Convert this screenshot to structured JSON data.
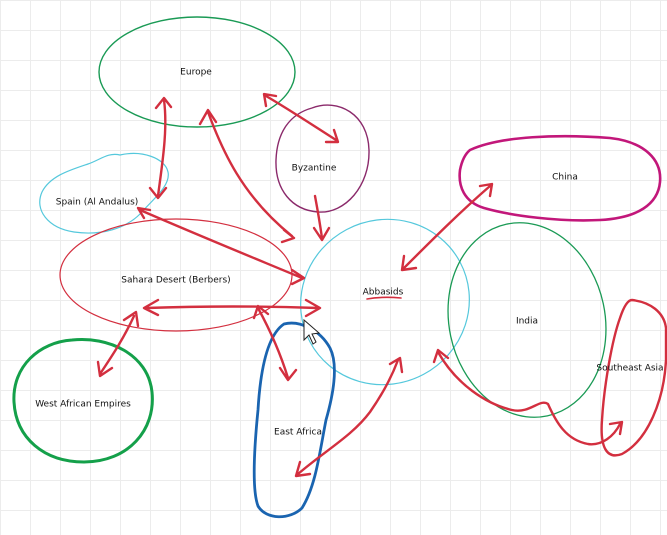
{
  "regions": [
    {
      "id": "europe",
      "label": "Europe",
      "color": "#1a9a55"
    },
    {
      "id": "byzantine",
      "label": "Byzantine",
      "color": "#8b2a6b"
    },
    {
      "id": "spain",
      "label": "Spain (Al Andalus)",
      "color": "#55c8dc"
    },
    {
      "id": "sahara",
      "label": "Sahara Desert (Berbers)",
      "color": "#d32f3f"
    },
    {
      "id": "abbasids",
      "label": "Abbasids",
      "color": "#55c8dc"
    },
    {
      "id": "china",
      "label": "China",
      "color": "#c2177a"
    },
    {
      "id": "india",
      "label": "India",
      "color": "#1a9a55"
    },
    {
      "id": "southeast_asia",
      "label": "Southeast Asia",
      "color": "#d32f3f"
    },
    {
      "id": "west_africa",
      "label": "West African Empires",
      "color": "#14a04a"
    },
    {
      "id": "east_africa",
      "label": "East Africa",
      "color": "#1a64b0"
    }
  ],
  "connections": [
    {
      "from": "europe",
      "to": "spain",
      "color": "#d32f3f"
    },
    {
      "from": "europe",
      "to": "abbasids",
      "color": "#d32f3f"
    },
    {
      "from": "europe",
      "to": "byzantine",
      "color": "#d32f3f"
    },
    {
      "from": "byzantine",
      "to": "abbasids",
      "color": "#d32f3f"
    },
    {
      "from": "spain",
      "to": "abbasids",
      "color": "#d32f3f"
    },
    {
      "from": "sahara",
      "to": "abbasids",
      "color": "#d32f3f"
    },
    {
      "from": "sahara",
      "to": "west_africa",
      "color": "#d32f3f"
    },
    {
      "from": "sahara",
      "to": "east_africa",
      "color": "#d32f3f"
    },
    {
      "from": "china",
      "to": "abbasids",
      "color": "#d32f3f"
    },
    {
      "from": "east_africa",
      "to": "abbasids",
      "color": "#d32f3f"
    },
    {
      "from": "abbasids",
      "to": "southeast_asia",
      "color": "#d32f3f"
    }
  ],
  "accent_color": "#d32f3f"
}
